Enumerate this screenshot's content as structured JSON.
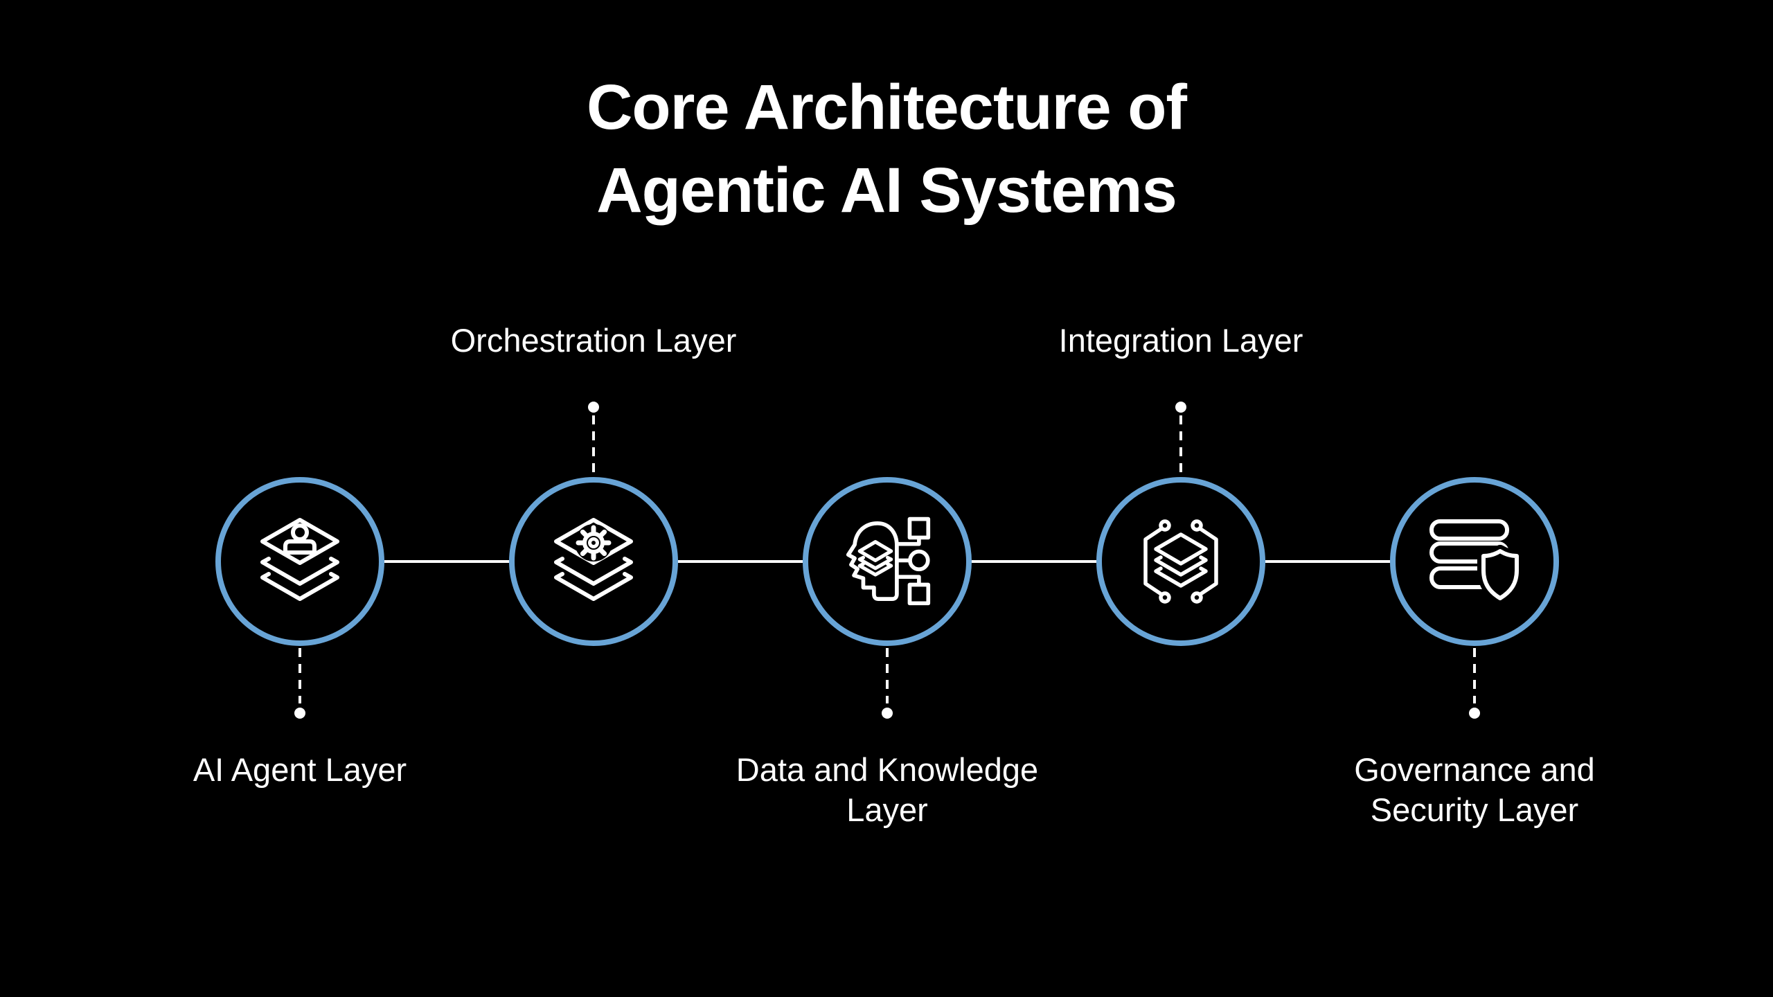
{
  "title": {
    "line1": "Core Architecture of",
    "line2": "Agentic AI Systems"
  },
  "colors": {
    "background": "#000000",
    "circle_ring": "#68A4D6",
    "text": "#FFFFFF",
    "connector": "#FFFFFF"
  },
  "nodes": [
    {
      "label": "AI Agent Layer",
      "label_lines": [
        "AI Agent Layer"
      ],
      "label_position": "below",
      "icon": "layers-user-icon"
    },
    {
      "label": "Orchestration Layer",
      "label_lines": [
        "Orchestration Layer"
      ],
      "label_position": "above",
      "icon": "layers-gear-icon"
    },
    {
      "label": "Data and Knowledge Layer",
      "label_lines": [
        "Data and Knowledge",
        "Layer"
      ],
      "label_position": "below",
      "icon": "head-flowchart-icon"
    },
    {
      "label": "Integration Layer",
      "label_lines": [
        "Integration Layer"
      ],
      "label_position": "above",
      "icon": "layers-network-icon"
    },
    {
      "label": "Governance and Security Layer",
      "label_lines": [
        "Governance and",
        "Security Layer"
      ],
      "label_position": "below",
      "icon": "database-shield-icon"
    }
  ]
}
